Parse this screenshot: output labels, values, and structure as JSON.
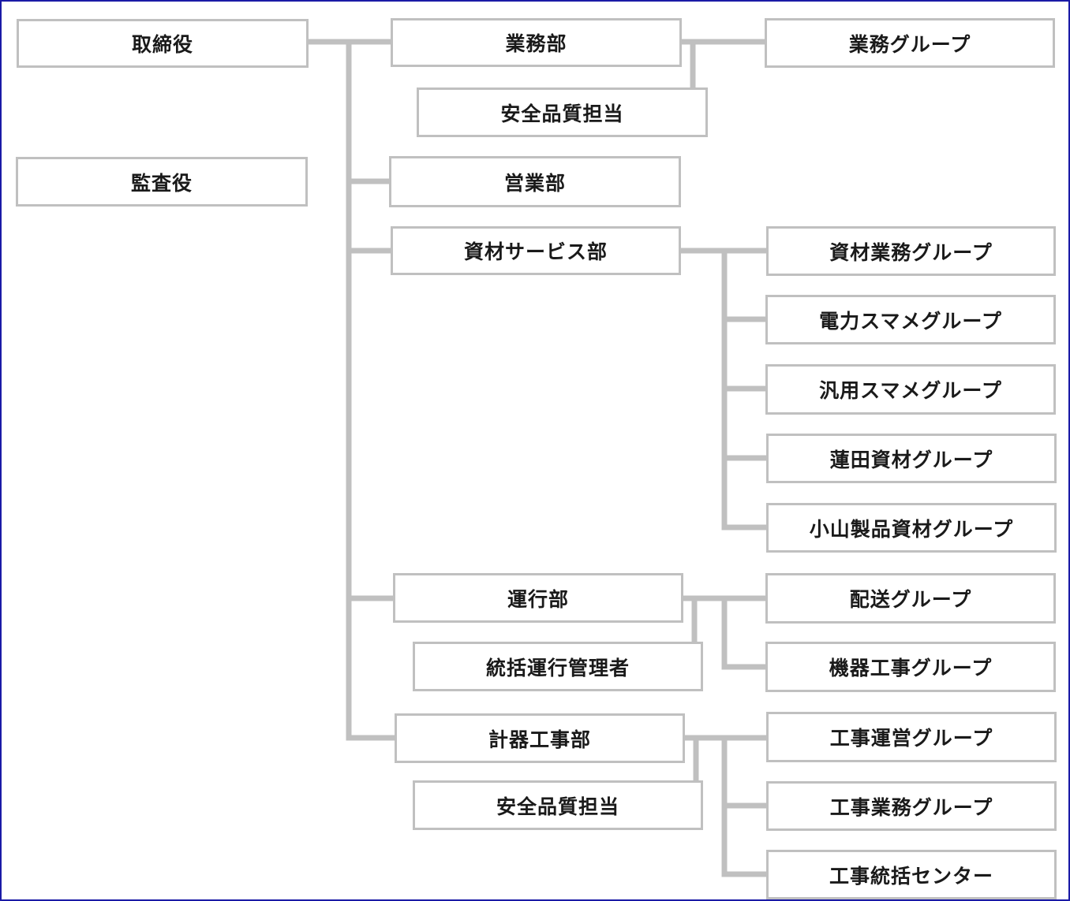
{
  "org_chart": {
    "directors": "取締役",
    "auditor": "監査役",
    "departments": {
      "gyomu": {
        "name": "業務部",
        "staff": "安全品質担当",
        "groups": [
          "業務グループ"
        ]
      },
      "eigyo": {
        "name": "営業部"
      },
      "shizai": {
        "name": "資材サービス部",
        "groups": [
          "資材業務グループ",
          "電力スマメグループ",
          "汎用スマメグループ",
          "蓮田資材グループ",
          "小山製品資材グループ"
        ]
      },
      "unko": {
        "name": "運行部",
        "staff": "統括運行管理者",
        "groups": [
          "配送グループ",
          "機器工事グループ"
        ]
      },
      "keiki": {
        "name": "計器工事部",
        "staff": "安全品質担当",
        "groups": [
          "工事運営グループ",
          "工事業務グループ",
          "工事統括センター"
        ]
      }
    }
  },
  "colors": {
    "box_border": "#c0c0c0",
    "connector": "#c0c0c0",
    "frame": "#1a1aa6",
    "text": "#1a1a1a"
  }
}
